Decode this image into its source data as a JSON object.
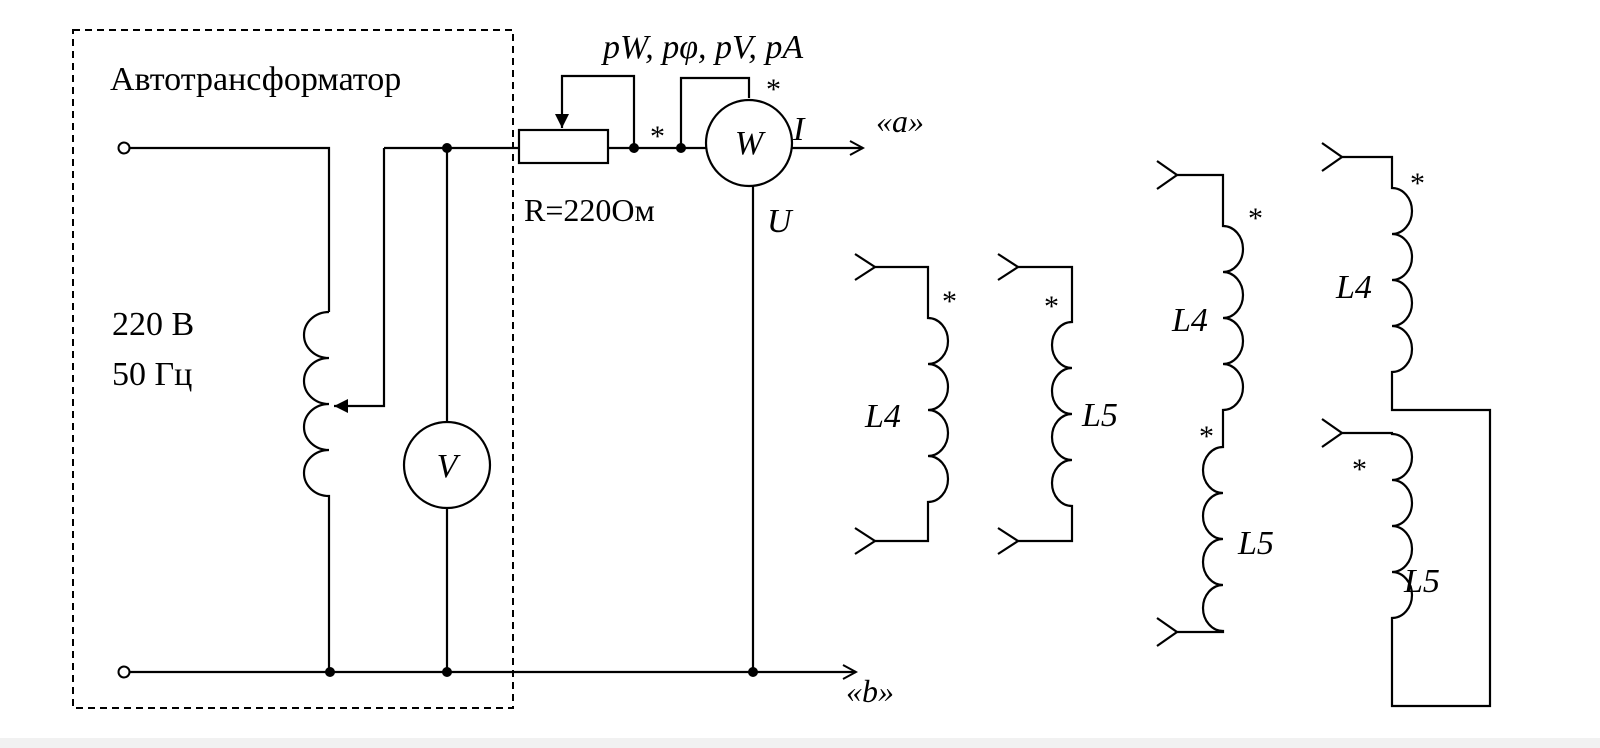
{
  "autotransformer": {
    "title": "Автотрансформатор",
    "voltage": "220 В",
    "frequency": "50 Гц"
  },
  "meters": {
    "header": "pW, pφ, pV, pA",
    "voltmeter": "V",
    "wattmeter": "W",
    "current_label": "I",
    "voltage_label": "U"
  },
  "resistor": {
    "label": "R=220Ом"
  },
  "terminals": {
    "a": "«a»",
    "b": "«b»"
  },
  "markers": {
    "star": "*"
  },
  "inductors": {
    "L4": "L4",
    "L5": "L5"
  }
}
